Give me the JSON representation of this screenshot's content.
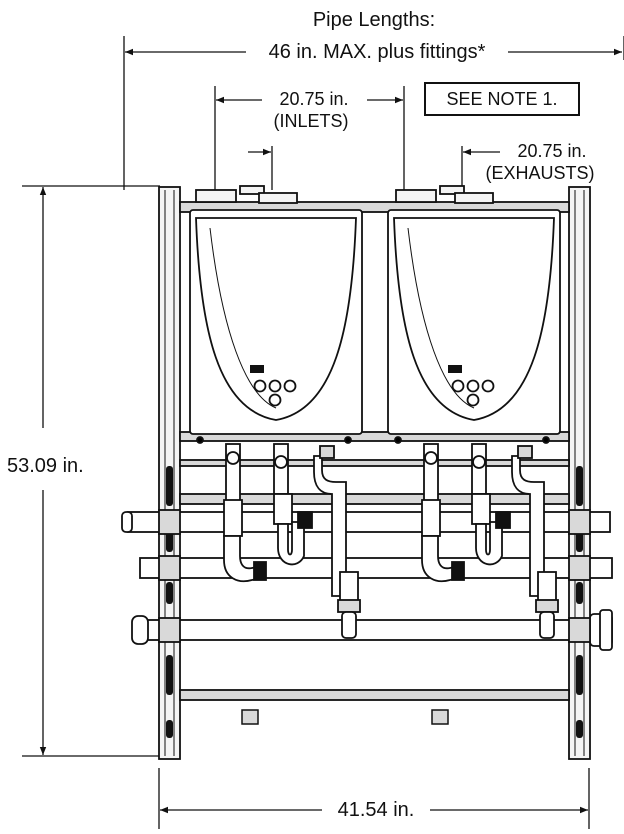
{
  "labels": {
    "pipe_lengths_title": "Pipe Lengths:",
    "overall_pipe_length": "46 in. MAX. plus fittings*",
    "inlets_length": "20.75 in.",
    "inlets_caption": "(INLETS)",
    "exhausts_length": "20.75 in.",
    "exhausts_caption": "(EXHAUSTS)",
    "note": "SEE NOTE 1.",
    "height": "53.09 in.",
    "width": "41.54 in."
  },
  "colors": {
    "line": "#111111",
    "background": "#ffffff",
    "fill_light": "#f4f4f4",
    "fill_mid": "#d9d9d9"
  }
}
